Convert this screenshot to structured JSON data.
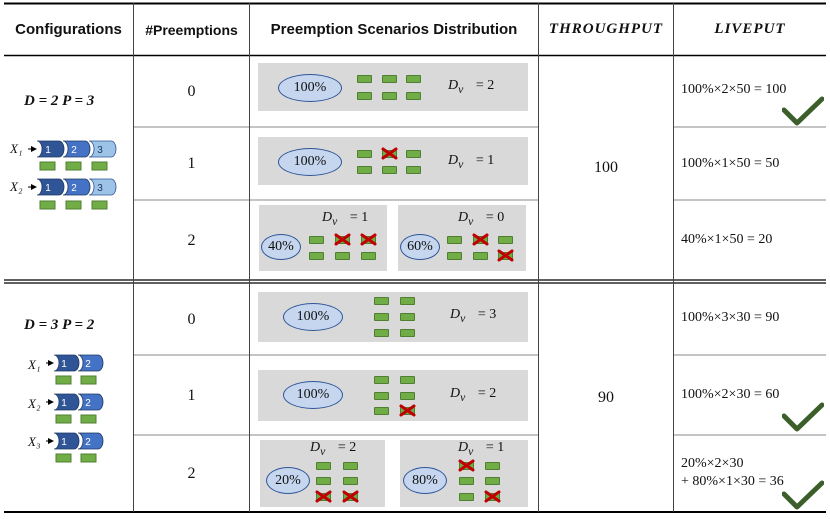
{
  "headers": {
    "configurations": "Configurations",
    "preemptions": "#Preemptions",
    "distribution": "Preemption Scenarios Distribution",
    "throughput": "THROUGHPUT",
    "liveput": "LIVEPUT"
  },
  "config1": {
    "label": "D = 2   P = 3",
    "x1": "X₁",
    "x2": "X₂",
    "stage_numbers": [
      "1",
      "2",
      "3"
    ],
    "rows": [
      {
        "preemptions": "0",
        "liveput": "100%×2×50 = 100",
        "check": true,
        "panels": [
          {
            "pct": "100%",
            "d_value": "= 2"
          }
        ]
      },
      {
        "preemptions": "1",
        "liveput": "100%×1×50 = 50",
        "check": false,
        "panels": [
          {
            "pct": "100%",
            "d_value": "= 1"
          }
        ]
      },
      {
        "preemptions": "2",
        "liveput": "40%×1×50   = 20",
        "check": false,
        "panels": [
          {
            "pct": "40%",
            "d_value": "= 1"
          },
          {
            "pct": "60%",
            "d_value": "= 0"
          }
        ]
      }
    ],
    "throughput": "100"
  },
  "config2": {
    "label": "D = 3   P = 2",
    "x1": "X₁",
    "x2": "X₂",
    "x3": "X₃",
    "stage_numbers": [
      "1",
      "2"
    ],
    "rows": [
      {
        "preemptions": "0",
        "liveput": "100%×3×30 = 90",
        "check": false,
        "panels": [
          {
            "pct": "100%",
            "d_value": "= 3"
          }
        ]
      },
      {
        "preemptions": "1",
        "liveput": "100%×2×30 = 60",
        "check": true,
        "panels": [
          {
            "pct": "100%",
            "d_value": "= 2"
          }
        ]
      },
      {
        "preemptions": "2",
        "liveput_line1": "20%×2×30",
        "liveput_line2": "+ 80%×1×30 = 36",
        "check": true,
        "panels": [
          {
            "pct": "20%",
            "d_value": "= 2"
          },
          {
            "pct": "80%",
            "d_value": "= 1"
          }
        ]
      }
    ],
    "throughput": "90"
  },
  "d_symbol": "D",
  "d_subscript": "v⃗",
  "colors": {
    "panel": "#d9d9d9",
    "ellipse_fill": "#c5d6ee",
    "ellipse_stroke": "#2f5597",
    "block": "#70ad47",
    "cross": "#c00000",
    "check": "#3b5e2b",
    "stage_dark": "#2f5597",
    "stage_mid": "#4472c4",
    "stage_light": "#9dc3e6"
  },
  "icons": [
    "green-block-icon",
    "red-cross-icon",
    "check-mark-icon",
    "pipeline-stage-icon"
  ]
}
